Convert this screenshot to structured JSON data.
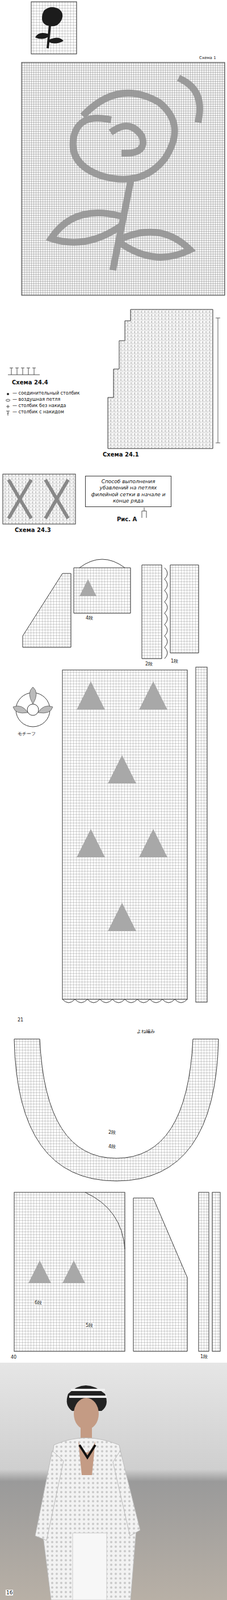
{
  "diagram": {
    "nodes": [
      {
        "text": [
          "Способ выполнения убавлений на петлях филейной сетки в начале и конце ряда"
        ]
      }
    ],
    "labels": [
      "Схема 1",
      "Схема 24.4",
      "Схема 24.1",
      "Схема 24.3",
      "Рис. А",
      "4段",
      "2段",
      "1段",
      "モチーフ",
      "21",
      "よね編み",
      "2段",
      "4段",
      "6段",
      "5段",
      "1段",
      "40",
      "16"
    ],
    "legend": [
      {
        "text": "— соединительный столбик"
      },
      {
        "text": "— воздушная петля"
      },
      {
        "text": "— столбик без накида"
      },
      {
        "text": "— столбик с накидом"
      }
    ]
  }
}
